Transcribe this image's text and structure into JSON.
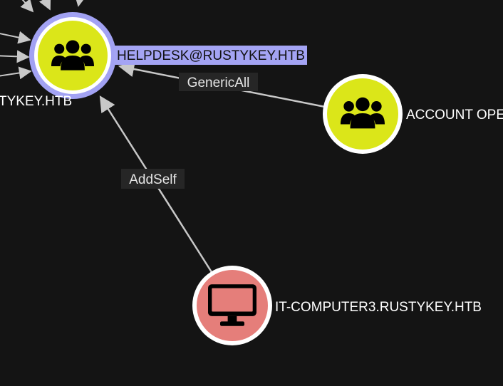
{
  "graph": {
    "nodes": [
      {
        "id": "helpdesk",
        "label": "HELPDESK@RUSTYKEY.HTB",
        "kind": "group",
        "icon": "users-icon",
        "selected": true
      },
      {
        "id": "account_ops",
        "label": "ACCOUNT OPE",
        "kind": "group",
        "icon": "users-icon",
        "selected": false
      },
      {
        "id": "it_computer3",
        "label": "IT-COMPUTER3.RUSTYKEY.HTB",
        "kind": "computer",
        "icon": "monitor-icon",
        "selected": false
      },
      {
        "id": "offscreen_left",
        "label": "TYKEY.HTB",
        "kind": "unknown",
        "selected": false
      }
    ],
    "edges": [
      {
        "from": "account_ops",
        "to": "helpdesk",
        "label": "GenericAll"
      },
      {
        "from": "it_computer3",
        "to": "helpdesk",
        "label": "AddSelf"
      }
    ]
  },
  "colors": {
    "background": "#141414",
    "group_fill": "#dbe619",
    "computer_fill": "#e57e7a",
    "node_ring": "#ffffff",
    "selected_ring": "#a2a2f3",
    "selected_label_bg": "#a4a4f4",
    "edge": "#c8c8c8",
    "edge_label_bg": "#262626"
  }
}
